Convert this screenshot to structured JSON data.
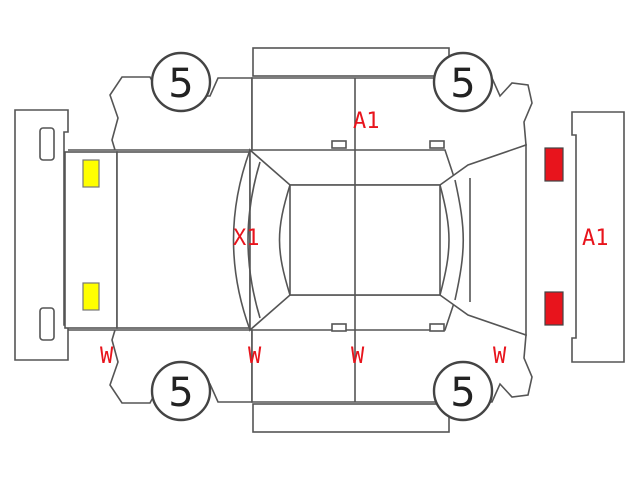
{
  "tires": {
    "front_left": "5",
    "front_right": "5",
    "rear_left": "5",
    "rear_right": "5"
  },
  "marks": {
    "roof_a1": "A1",
    "rear_a1": "A1",
    "center_x1": "X1",
    "w_front_bottom": "W",
    "w_front_door_bottom": "W",
    "w_rear_door_bottom": "W",
    "w_rear_bottom": "W"
  },
  "colors": {
    "outline": "#555555",
    "mark_text": "#e8141c",
    "front_lamp": "#ffff00",
    "rear_lamp": "#e8141c"
  }
}
